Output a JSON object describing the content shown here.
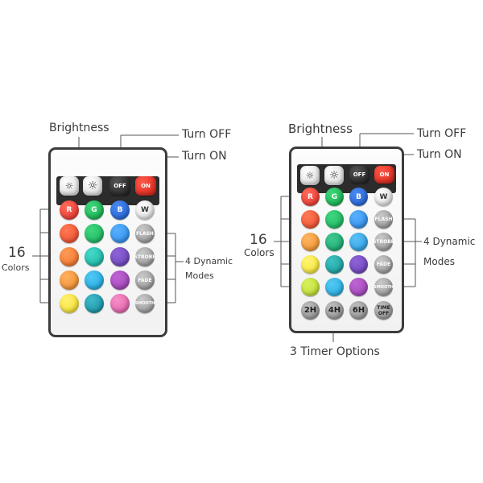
{
  "left_diagram": {
    "labels": {
      "brightness": "Brightness",
      "turn_off": "Turn OFF",
      "turn_on": "Turn ON",
      "colors_count": "16",
      "colors_word": "Colors",
      "modes_line1": "4 Dynamic",
      "modes_line2": "Modes"
    },
    "buttons": {
      "off": "OFF",
      "on": "ON",
      "r": "R",
      "g": "G",
      "b": "B",
      "w": "W",
      "modes": [
        "FLASH",
        "STROBE",
        "FADE",
        "SMOOTH"
      ]
    }
  },
  "right_diagram": {
    "labels": {
      "brightness": "Brightness",
      "turn_off": "Turn OFF",
      "turn_on": "Turn ON",
      "colors_count": "16",
      "colors_word": "Colors",
      "modes_line1": "4 Dynamic",
      "modes_line2": "Modes",
      "timer_options": "3 Timer Options"
    },
    "buttons": {
      "off": "OFF",
      "on": "ON",
      "r": "R",
      "g": "G",
      "b": "B",
      "w": "W",
      "modes": [
        "FLASH",
        "STROBE",
        "FADE",
        "SMOOTH"
      ],
      "timers": [
        "2H",
        "4H",
        "6H"
      ],
      "timer_off_line1": "TIME",
      "timer_off_line2": "OFF"
    }
  },
  "colors": {
    "left_grid": [
      [
        "#e5322b",
        "#13a94a",
        "#1f5fcf"
      ],
      [
        "#ec4a2b",
        "#17b15b",
        "#2a8be6"
      ],
      [
        "#f0702b",
        "#15b3a1",
        "#6a3fb6"
      ],
      [
        "#f08a2a",
        "#1ba3d8",
        "#9a3fb0"
      ],
      [
        "#f4df28",
        "#138fa0",
        "#e05aa6"
      ]
    ],
    "right_grid": [
      [
        "#e5322b",
        "#13a94a",
        "#1f5fcf"
      ],
      [
        "#ec4a2b",
        "#17b15b",
        "#2a8be6"
      ],
      [
        "#f0902b",
        "#15a56b",
        "#2a9be0"
      ],
      [
        "#f5e42a",
        "#139a9a",
        "#6a3fb6"
      ],
      [
        "#b8d92b",
        "#1fa8d8",
        "#9a3fb0"
      ]
    ]
  }
}
